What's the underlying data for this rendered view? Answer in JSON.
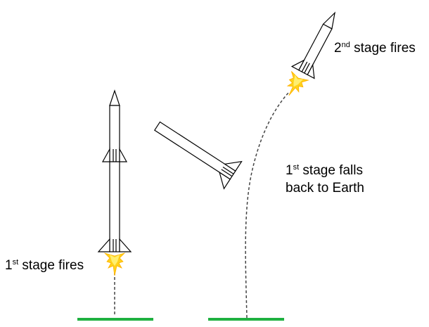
{
  "colors": {
    "ground": "#1fb141",
    "outline": "#000000",
    "flame_outer": "#ffd21a",
    "flame_inner": "#ffee66",
    "trail": "#444444"
  },
  "icons": [
    "rocket",
    "flame",
    "ground-line",
    "exhaust-trail"
  ],
  "labels": {
    "first_stage_fires": {
      "num": "1",
      "sup": "st",
      "text": " stage fires"
    },
    "second_stage_fires": {
      "num": "2",
      "sup": "nd",
      "text": " stage fires"
    },
    "first_stage_falls": {
      "num": "1",
      "sup": "st",
      "text": " stage falls",
      "line2": "back to Earth"
    }
  }
}
